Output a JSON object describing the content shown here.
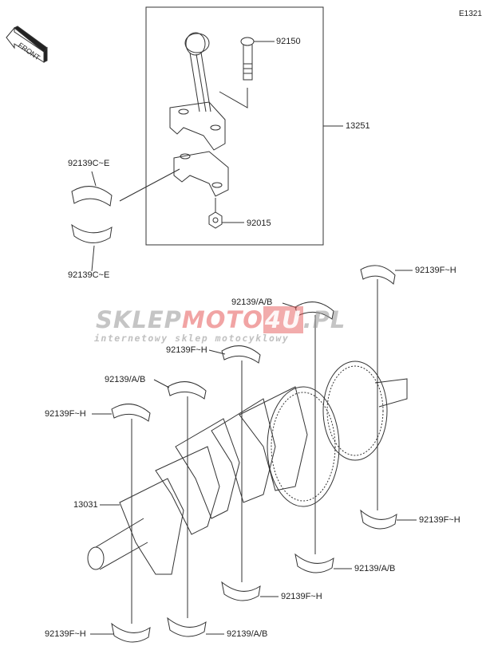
{
  "diagram_code": "E1321",
  "front_marker": "FRONT",
  "watermark": {
    "part1": "SKLEP",
    "part2": "MOTO",
    "part3": "4U",
    "part4": ".PL",
    "tagline": "internetowy sklep motocyklowy"
  },
  "labels": {
    "bolt": "92150",
    "conrod_assy": "13251",
    "conrod_bearing_upper": "92139C~E",
    "conrod_bearing_lower": "92139C~E",
    "nut": "92015",
    "bearing_right_top": "92139F~H",
    "bearing_ab_top": "92139/A/B",
    "bearing_fh_mid": "92139F~H",
    "bearing_ab_mid": "92139/A/B",
    "bearing_fh_left": "92139F~H",
    "crankshaft": "13031",
    "bearing_fh_right_bottom": "92139F~H",
    "bearing_ab_right_bottom": "92139/A/B",
    "bearing_fh_bottom_mid": "92139F~H",
    "bearing_fh_bottom_left": "92139F~H",
    "bearing_ab_bottom": "92139/A/B"
  }
}
